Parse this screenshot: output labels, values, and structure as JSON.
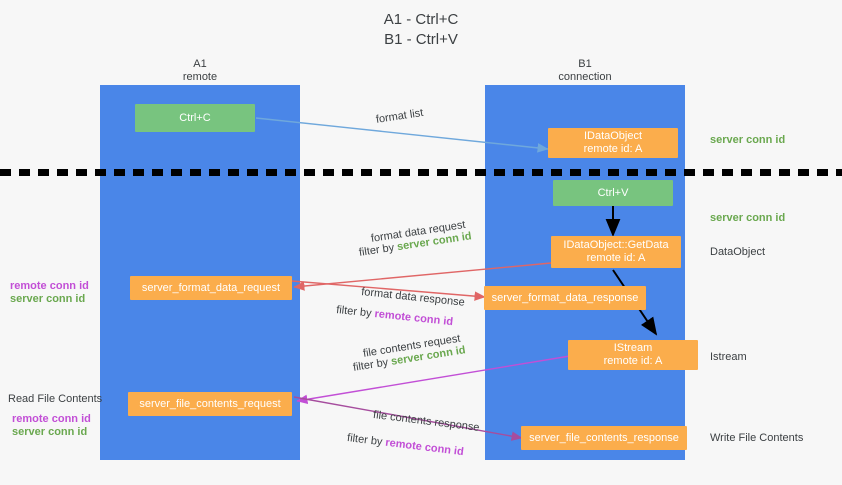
{
  "title": {
    "line1": "A1 - Ctrl+C",
    "line2": "B1 - Ctrl+V"
  },
  "lanes": [
    {
      "name": "A1",
      "sub": "remote"
    },
    {
      "name": "B1",
      "sub": "connection"
    }
  ],
  "boxes": {
    "ctrl_c": {
      "line1": "Ctrl+C",
      "line2": ""
    },
    "ctrl_v": {
      "line1": "Ctrl+V",
      "line2": ""
    },
    "idataobject": {
      "line1": "IDataObject",
      "line2": "remote id: A"
    },
    "idataobject_getdata": {
      "line1": "IDataObject::GetData",
      "line2": "remote id: A"
    },
    "istream": {
      "line1": "IStream",
      "line2": "remote id: A"
    },
    "format_data_request": {
      "line1": "server_format_data_request",
      "line2": ""
    },
    "format_data_response": {
      "line1": "server_format_data_response",
      "line2": ""
    },
    "file_contents_request": {
      "line1": "server_file_contents_request",
      "line2": ""
    },
    "file_contents_response": {
      "line1": "server_file_contents_response",
      "line2": ""
    }
  },
  "edge_labels": {
    "format_list": "format list",
    "format_data_request": "format data request",
    "format_data_request_filter_prefix": "filter by ",
    "format_data_request_filter_value": "server conn id",
    "format_data_response": "format data response",
    "format_data_response_filter_prefix": "filter by ",
    "format_data_response_filter_value": "remote conn id",
    "file_contents_request": "file contents request",
    "file_contents_request_filter_prefix": "filter by ",
    "file_contents_request_filter_value": "server conn id",
    "file_contents_response": "file contents response",
    "file_contents_response_filter_prefix": "filter by ",
    "file_contents_response_filter_value": "remote conn id"
  },
  "right_labels": {
    "server_conn_id_top": "server conn id",
    "server_conn_id_mid": "server conn id",
    "dataobject": "DataObject",
    "istream": "Istream",
    "write_file_contents": "Write File Contents"
  },
  "left_labels": {
    "remote_conn_id_1": "remote conn id",
    "server_conn_id_1": "server conn id",
    "read_file_contents": "Read File Contents",
    "remote_conn_id_2": "remote conn id",
    "server_conn_id_2": "server conn id"
  },
  "colors": {
    "lane": "#4a86e8",
    "green_box": "#78c47f",
    "orange_box": "#fbad4c",
    "server_conn_id": "#6aa84f",
    "remote_conn_id": "#c24fd6",
    "arrow_blue": "#6fa8dc",
    "arrow_red": "#e06666",
    "arrow_magenta": "#c24fd6",
    "arrow_purple": "#a64d9e",
    "arrow_black": "#000000",
    "background": "#f7f7f7"
  }
}
